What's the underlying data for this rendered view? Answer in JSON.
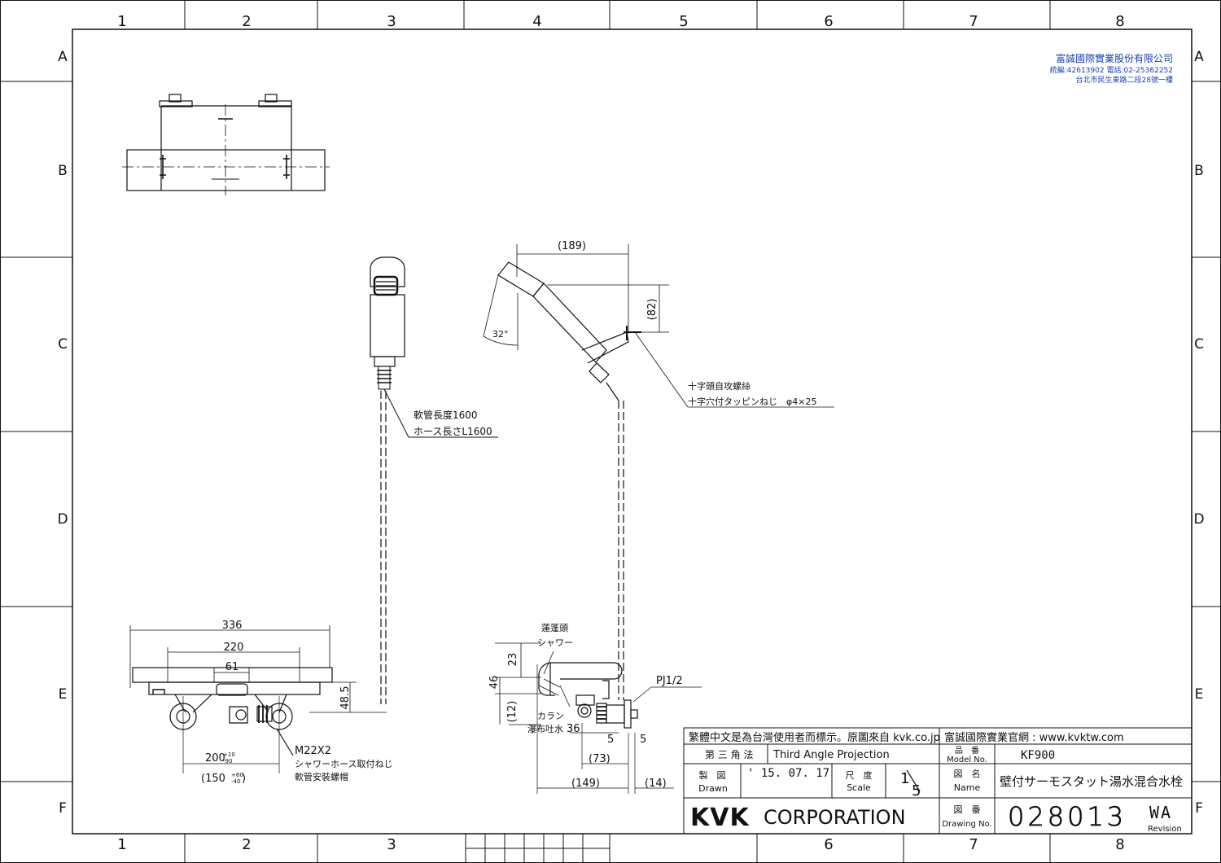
{
  "grid": {
    "columns": [
      "1",
      "2",
      "3",
      "4",
      "5",
      "6",
      "7",
      "8"
    ],
    "rows": [
      "A",
      "B",
      "C",
      "D",
      "E",
      "F"
    ]
  },
  "agent": {
    "company": "富誠國際實業股份有限公司",
    "info": "統編:42613902 電話:02-25362252",
    "address": "台北市民生東路二段28號一樓"
  },
  "dims": {
    "d189": "(189)",
    "d82": "(82)",
    "angle": "32°",
    "d336": "336",
    "d220": "220",
    "d61": "61",
    "d48_5": "48.5",
    "d23": "23",
    "d46": "46",
    "d12": "(12)",
    "d36": "36",
    "d5a": "5",
    "d5b": "5",
    "d73": "(73)",
    "d149": "(149)",
    "d14": "(14)",
    "d200": "200",
    "d200_tol_up": "+10",
    "d200_tol_dn": "-90",
    "d150": "(150",
    "d150_tol_up": "+60",
    "d150_tol_dn": "-40",
    "d150_close": ")"
  },
  "notes": {
    "hose_zh": "軟管長度1600",
    "hose_jp": "ホース長さL1600",
    "screw_zh": "十字頭自攻螺絲",
    "screw_jp": "十字穴付タッピンねじ　φ4×25",
    "shower_zh": "蓮蓬頭",
    "shower_jp": "シャワー",
    "spout_jp": "カラン",
    "spout_zh": "瀑布吐水",
    "pj": "PJ1/2",
    "m22": "M22X2",
    "m22_jp": "シャワーホース取付ねじ",
    "m22_zh": "軟管安裝螺帽"
  },
  "title_block": {
    "notice": "繁體中文是為台灣使用者而標示。原圖來自 kvk.co.jp",
    "website": "富誠國際實業官網 : www.kvktw.com",
    "projection_jp": "第 三 角 法",
    "projection_en": "Third Angle Projection",
    "model_label_jp": "品　番",
    "model_label_en": "Model No.",
    "model_value": "KF900",
    "drawn_jp": "製　図",
    "drawn_en": "Drawn",
    "date": "' 15. 07. 17",
    "scale_jp": "尺　度",
    "scale_en": "Scale",
    "scale_num": "1",
    "scale_den": "5",
    "name_jp": "図　名",
    "name_en": "Name",
    "name_value": "壁付サーモスタット湯水混合水栓",
    "brand": "KVK",
    "corporation": "CORPORATION",
    "drawing_jp": "図　番",
    "drawing_en": "Drawing No.",
    "drawing_value": "028013",
    "revision_value": "WA",
    "revision_label": "Revision"
  },
  "colors": {
    "line": "#111111",
    "agent_text": "#1a3fb0"
  }
}
